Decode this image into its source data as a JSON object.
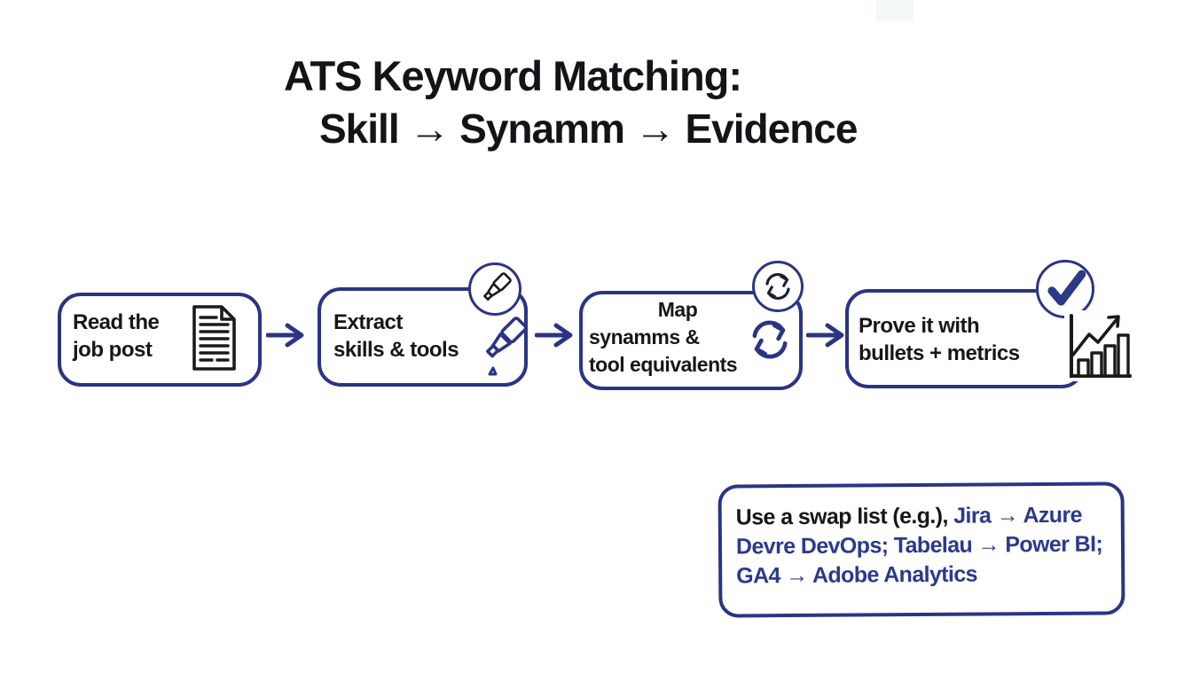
{
  "title": {
    "line1": "ATS Keyword Matching:",
    "line2": "Skill → Synamm → Evidence"
  },
  "steps": [
    {
      "lines": [
        "Read the",
        "job post"
      ],
      "icon": "document-icon",
      "badge_icon": null
    },
    {
      "lines": [
        "Extract",
        "skills & tools"
      ],
      "icon": "highlighter-icon",
      "badge_icon": "highlighter-icon"
    },
    {
      "lines": [
        "Map",
        "synamms &",
        "tool equivalents"
      ],
      "icon": "sync-icon",
      "badge_icon": "sync-icon"
    },
    {
      "lines": [
        "Prove it with",
        "bullets + metrics"
      ],
      "icon": "bar-chart-icon",
      "badge_icon": "check-icon"
    }
  ],
  "note": {
    "line1_black": "Use a swap list (e.g.), ",
    "line1_blue": "Jira → Azure",
    "line2_blue": "Devre DevOps; Tabelau → Power BI;",
    "line3_blue": "GA4 → Adobe Analytics"
  },
  "colors": {
    "navy_border": "#2b3484",
    "navy_text": "#2b3a8c",
    "black_text": "#17171b",
    "background": "#ffffff"
  }
}
